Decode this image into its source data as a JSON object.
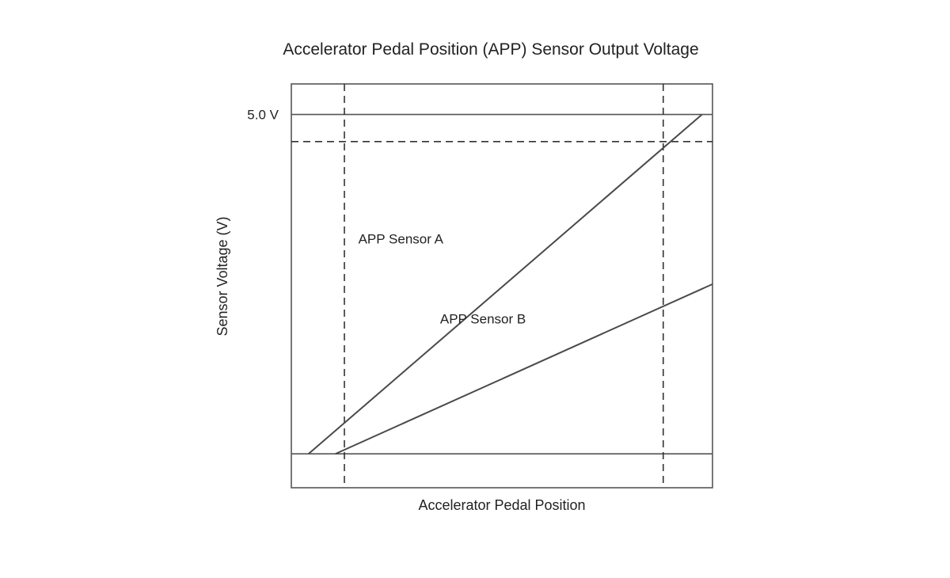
{
  "chart_data": {
    "type": "line",
    "title": "Accelerator Pedal Position (APP) Sensor Output Voltage",
    "xlabel": "Accelerator Pedal Position",
    "ylabel": "Sensor Voltage (V)",
    "xlim": [
      0,
      100
    ],
    "ylim": [
      -0.5,
      5.45
    ],
    "y_ticks": [
      {
        "value": 5.0,
        "label": "5.0 V"
      }
    ],
    "grid": false,
    "legend": "none",
    "reference_lines": {
      "horizontal_solid": [
        0.0,
        5.0
      ],
      "horizontal_dashed": [
        4.6
      ],
      "vertical_dashed": [
        12.6,
        88.3
      ]
    },
    "series": [
      {
        "name": "APP Sensor A",
        "color": "#4a4a4a",
        "x": [
          4.1,
          97.5
        ],
        "y": [
          0.0,
          5.0
        ]
      },
      {
        "name": "APP Sensor B",
        "color": "#4a4a4a",
        "x": [
          10.5,
          100.0
        ],
        "y": [
          0.0,
          2.5
        ]
      }
    ],
    "annotations": [
      {
        "text": "APP Sensor A",
        "series": 0,
        "x": 26,
        "y": 3.1
      },
      {
        "text": "APP Sensor B",
        "series": 1,
        "x": 45.5,
        "y": 1.92
      }
    ]
  }
}
